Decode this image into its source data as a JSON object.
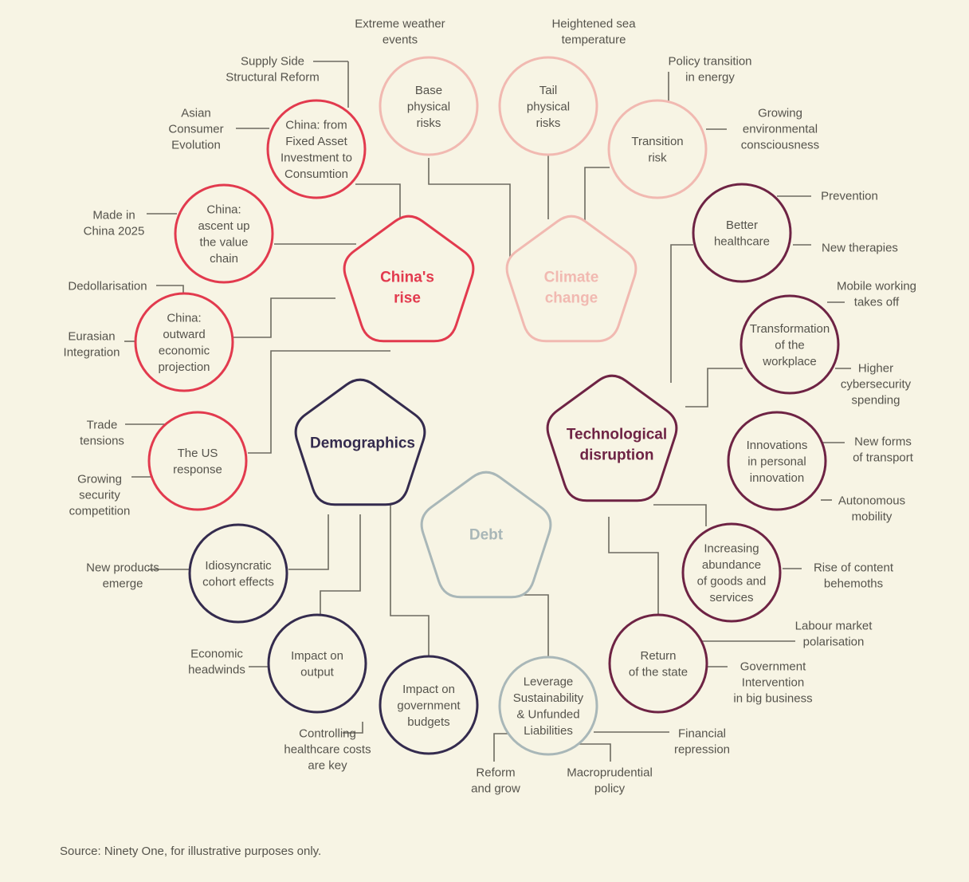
{
  "colors": {
    "background": "#f7f4e4",
    "china": "#e23a4e",
    "climate": "#f1b9b1",
    "tech": "#6e2344",
    "demographics": "#342b4e",
    "debt": "#a9b7b8",
    "line": "#6d6a60",
    "text": "#55534c"
  },
  "pentagons": [
    {
      "key": "china",
      "lines": [
        "China's",
        "rise"
      ]
    },
    {
      "key": "climate",
      "lines": [
        "Climate",
        "change"
      ]
    },
    {
      "key": "tech",
      "lines": [
        "Technological",
        "disruption"
      ]
    },
    {
      "key": "demographics",
      "lines": [
        "Demographics"
      ]
    },
    {
      "key": "debt",
      "lines": [
        "Debt"
      ]
    }
  ],
  "circles": [
    {
      "key": "china-fixed-asset",
      "lines": [
        "China: from",
        "Fixed Asset",
        "Investment to",
        "Consumtion"
      ]
    },
    {
      "key": "china-value-chain",
      "lines": [
        "China:",
        "ascent up",
        "the value",
        "chain"
      ]
    },
    {
      "key": "china-outward",
      "lines": [
        "China:",
        "outward",
        "economic",
        "projection"
      ]
    },
    {
      "key": "us-response",
      "lines": [
        "The US",
        "response"
      ]
    },
    {
      "key": "base-physical",
      "lines": [
        "Base",
        "physical",
        "risks"
      ]
    },
    {
      "key": "tail-physical",
      "lines": [
        "Tail",
        "physical",
        "risks"
      ]
    },
    {
      "key": "transition-risk",
      "lines": [
        "Transition",
        "risk"
      ]
    },
    {
      "key": "better-healthcare",
      "lines": [
        "Better",
        "healthcare"
      ]
    },
    {
      "key": "workplace",
      "lines": [
        "Transformation",
        "of the",
        "workplace"
      ]
    },
    {
      "key": "innovations",
      "lines": [
        "Innovations",
        "in personal",
        "innovation"
      ]
    },
    {
      "key": "abundance",
      "lines": [
        "Increasing",
        "abundance",
        "of goods and",
        "services"
      ]
    },
    {
      "key": "return-state",
      "lines": [
        "Return",
        "of the state"
      ]
    },
    {
      "key": "leverage",
      "lines": [
        "Leverage",
        "Sustainability",
        "& Unfunded",
        "Liabilities"
      ]
    },
    {
      "key": "idiosyncratic",
      "lines": [
        "Idiosyncratic",
        "cohort effects"
      ]
    },
    {
      "key": "impact-output",
      "lines": [
        "Impact on",
        "output"
      ]
    },
    {
      "key": "impact-budgets",
      "lines": [
        "Impact on",
        "government",
        "budgets"
      ]
    }
  ],
  "labels": [
    {
      "key": "supply-side",
      "lines": [
        "Supply Side",
        "Structural Reform"
      ]
    },
    {
      "key": "asian-consumer",
      "lines": [
        "Asian",
        "Consumer",
        "Evolution"
      ]
    },
    {
      "key": "made-in-china",
      "lines": [
        "Made in",
        "China 2025"
      ]
    },
    {
      "key": "dedollarisation",
      "lines": [
        "Dedollarisation"
      ]
    },
    {
      "key": "eurasian",
      "lines": [
        "Eurasian",
        "Integration"
      ]
    },
    {
      "key": "trade-tensions",
      "lines": [
        "Trade",
        "tensions"
      ]
    },
    {
      "key": "security-competition",
      "lines": [
        "Growing",
        "security",
        "competition"
      ]
    },
    {
      "key": "extreme-weather",
      "lines": [
        "Extreme weather",
        "events"
      ]
    },
    {
      "key": "sea-temperature",
      "lines": [
        "Heightened sea",
        "temperature"
      ]
    },
    {
      "key": "policy-transition",
      "lines": [
        "Policy transition",
        "in energy"
      ]
    },
    {
      "key": "env-consciousness",
      "lines": [
        "Growing",
        "environmental",
        "consciousness"
      ]
    },
    {
      "key": "prevention",
      "lines": [
        "Prevention"
      ]
    },
    {
      "key": "new-therapies",
      "lines": [
        "New therapies"
      ]
    },
    {
      "key": "mobile-working",
      "lines": [
        "Mobile working",
        "takes off"
      ]
    },
    {
      "key": "cybersecurity",
      "lines": [
        "Higher",
        "cybersecurity",
        "spending"
      ]
    },
    {
      "key": "transport",
      "lines": [
        "New forms",
        "of transport"
      ]
    },
    {
      "key": "autonomous",
      "lines": [
        "Autonomous",
        "mobility"
      ]
    },
    {
      "key": "content-behemoths",
      "lines": [
        "Rise of content",
        "behemoths"
      ]
    },
    {
      "key": "labour-market",
      "lines": [
        "Labour market",
        "polarisation"
      ]
    },
    {
      "key": "gov-intervention",
      "lines": [
        "Government",
        "Intervention",
        "in big business"
      ]
    },
    {
      "key": "financial-repression",
      "lines": [
        "Financial",
        "repression"
      ]
    },
    {
      "key": "macroprudential",
      "lines": [
        "Macroprudential",
        "policy"
      ]
    },
    {
      "key": "reform-grow",
      "lines": [
        "Reform",
        "and grow"
      ]
    },
    {
      "key": "healthcare-costs",
      "lines": [
        "Controlling",
        "healthcare costs",
        "are key"
      ]
    },
    {
      "key": "economic-headwinds",
      "lines": [
        "Economic",
        "headwinds"
      ]
    },
    {
      "key": "new-products",
      "lines": [
        "New  products",
        "emerge"
      ]
    }
  ],
  "source": "Source: Ninety One, for illustrative purposes only."
}
